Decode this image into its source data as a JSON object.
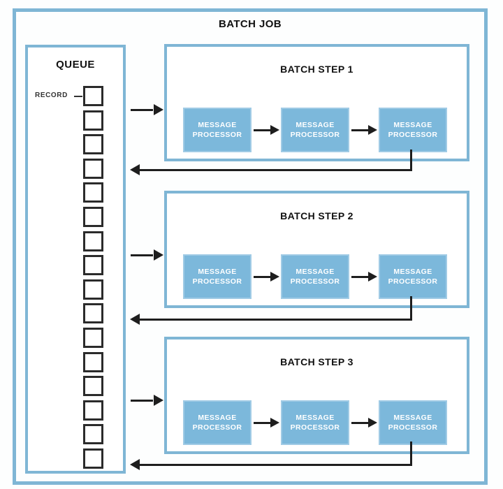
{
  "title": "BATCH JOB",
  "queue": {
    "title": "QUEUE",
    "record_label": "RECORD",
    "record_count": 16
  },
  "steps": [
    {
      "title": "BATCH STEP 1",
      "processors": [
        "MESSAGE PROCESSOR",
        "MESSAGE PROCESSOR",
        "MESSAGE PROCESSOR"
      ]
    },
    {
      "title": "BATCH STEP 2",
      "processors": [
        "MESSAGE PROCESSOR",
        "MESSAGE PROCESSOR",
        "MESSAGE PROCESSOR"
      ]
    },
    {
      "title": "BATCH STEP 3",
      "processors": [
        "MESSAGE PROCESSOR",
        "MESSAGE PROCESSOR",
        "MESSAGE PROCESSOR"
      ]
    }
  ],
  "colors": {
    "border_blue": "#7fb6d5",
    "processor_blue": "#7cb8db",
    "arrow_black": "#1e1e1e",
    "record_border": "#2b2b2b",
    "title_black": "#111111",
    "text_white": "#ffffff"
  }
}
